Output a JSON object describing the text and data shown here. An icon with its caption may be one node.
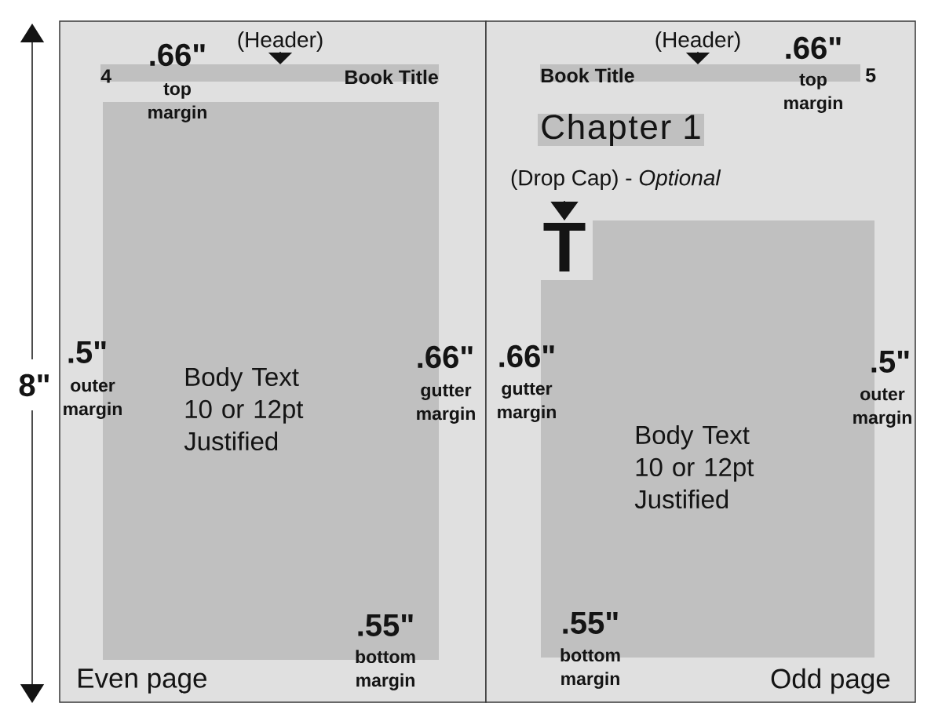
{
  "diagram": {
    "nodes": [
      {
        "text": [
          "Even page"
        ]
      },
      {
        "text": [
          "(Header)"
        ],
        "in": 0
      },
      {
        "text": [
          "4",
          "Book Title"
        ],
        "in": 0
      },
      {
        "text": [
          "Body Text 10 or 12pt Justified"
        ],
        "in": 0
      },
      {
        "text": [
          "Odd page"
        ]
      },
      {
        "text": [
          "(Header)"
        ],
        "in": 4
      },
      {
        "text": [
          "Book Title",
          "5"
        ],
        "in": 4
      },
      {
        "text": [
          "Chapter 1"
        ],
        "in": 4
      },
      {
        "text": [
          "(Drop Cap) - *Optional*"
        ],
        "in": 4
      },
      {
        "text": [
          "T"
        ],
        "in": 4
      },
      {
        "text": [
          "Body Text 10 or 12pt Justified"
        ],
        "in": 4
      }
    ],
    "edges": [
      {
        "from": 1,
        "to": 2,
        "arrow": "to"
      },
      {
        "from": 5,
        "to": 6,
        "arrow": "to"
      },
      {
        "from": 8,
        "to": 9,
        "arrow": "to"
      }
    ],
    "labels": [
      "8\"",
      ".66\"",
      "top margin",
      ".5\"",
      "outer margin",
      ".66\"",
      "gutter margin",
      ".55\"",
      "bottom margin",
      ".66\"",
      "top margin",
      ".66\"",
      "gutter margin",
      ".5\"",
      "outer margin",
      ".55\"",
      "bottom margin"
    ]
  }
}
